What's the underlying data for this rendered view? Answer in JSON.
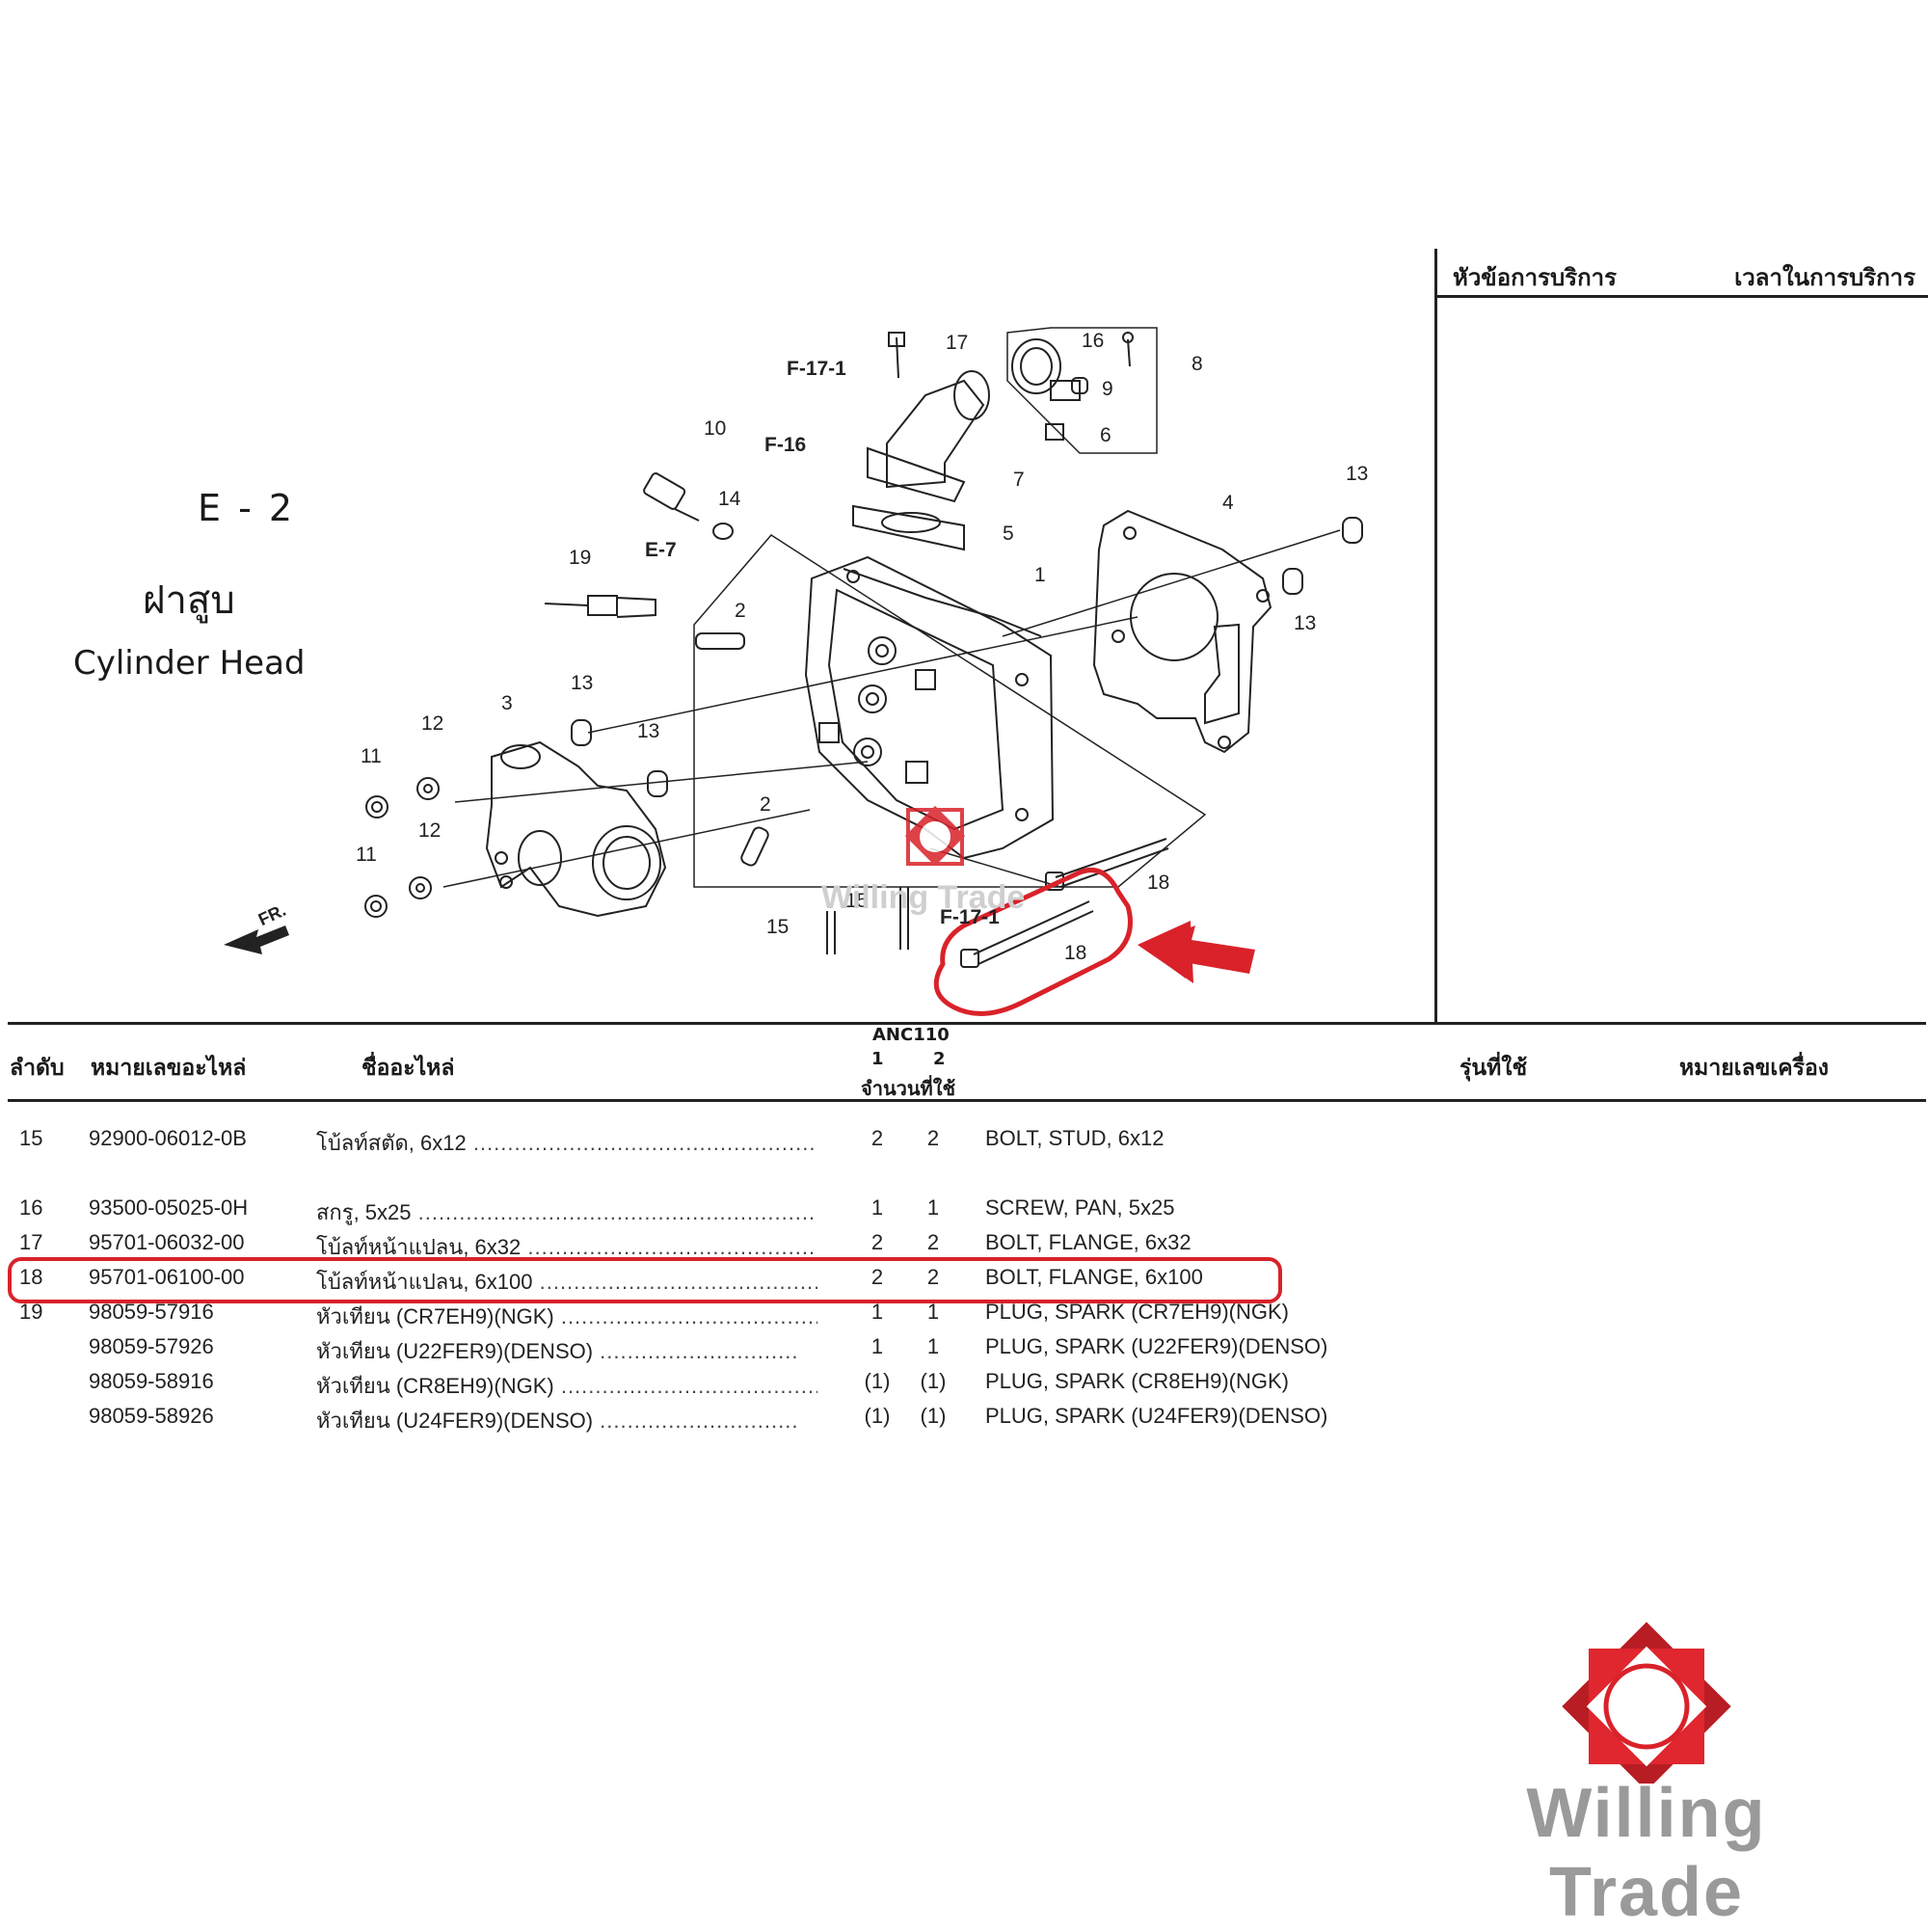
{
  "section": {
    "code": "E - 2",
    "title_th": "ฝาสูบ",
    "title_en": "Cylinder Head"
  },
  "service_box": {
    "col1": "หัวข้อการบริการ",
    "col2": "เวลาในการบริการ"
  },
  "diagram": {
    "callouts": [
      "1",
      "2",
      "2",
      "3",
      "4",
      "5",
      "6",
      "7",
      "8",
      "9",
      "10",
      "11",
      "11",
      "12",
      "12",
      "13",
      "13",
      "13",
      "13",
      "14",
      "15",
      "15",
      "16",
      "17",
      "18",
      "18",
      "19"
    ],
    "refs": [
      "F-17-1",
      "F-16",
      "E-7",
      "F-17-1"
    ],
    "fr_label": "FR.",
    "watermark": "Willing Trade",
    "highlight_color": "#d9222a"
  },
  "table": {
    "headers": {
      "no": "ลำดับ",
      "part_no": "หมายเลขอะไหล่",
      "part_name": "ชื่ออะไหล่",
      "model": "ANC110",
      "q1": "1",
      "q2": "2",
      "qty": "จำนวนที่ใช้",
      "applied": "รุ่นที่ใช้",
      "engine_no": "หมายเลขเครื่อง"
    },
    "rows": [
      {
        "no": "15",
        "part_no": "92900-06012-0B",
        "name_th": "โบ้ลท์สตัด, 6x12",
        "q1": "2",
        "q2": "2",
        "name_en": "BOLT, STUD, 6x12"
      },
      {
        "no": "16",
        "part_no": "93500-05025-0H",
        "name_th": "สกรู, 5x25",
        "q1": "1",
        "q2": "1",
        "name_en": "SCREW, PAN, 5x25"
      },
      {
        "no": "17",
        "part_no": "95701-06032-00",
        "name_th": "โบ้ลท์หน้าแปลน, 6x32",
        "q1": "2",
        "q2": "2",
        "name_en": "BOLT, FLANGE, 6x32"
      },
      {
        "no": "18",
        "part_no": "95701-06100-00",
        "name_th": "โบ้ลท์หน้าแปลน, 6x100",
        "q1": "2",
        "q2": "2",
        "name_en": "BOLT, FLANGE, 6x100"
      },
      {
        "no": "19",
        "part_no": "98059-57916",
        "name_th": "หัวเทียน (CR7EH9)(NGK)",
        "q1": "1",
        "q2": "1",
        "name_en": "PLUG, SPARK (CR7EH9)(NGK)"
      },
      {
        "no": "",
        "part_no": "98059-57926",
        "name_th": "หัวเทียน (U22FER9)(DENSO)",
        "q1": "1",
        "q2": "1",
        "name_en": "PLUG, SPARK (U22FER9)(DENSO)"
      },
      {
        "no": "",
        "part_no": "98059-58916",
        "name_th": "หัวเทียน (CR8EH9)(NGK)",
        "q1": "(1)",
        "q2": "(1)",
        "name_en": "PLUG, SPARK (CR8EH9)(NGK)"
      },
      {
        "no": "",
        "part_no": "98059-58926",
        "name_th": "หัวเทียน (U24FER9)(DENSO)",
        "q1": "(1)",
        "q2": "(1)",
        "name_en": "PLUG, SPARK (U24FER9)(DENSO)"
      }
    ],
    "highlighted_row": "18"
  },
  "brand": {
    "name": "Willing Trade",
    "color": "#d9222a"
  }
}
